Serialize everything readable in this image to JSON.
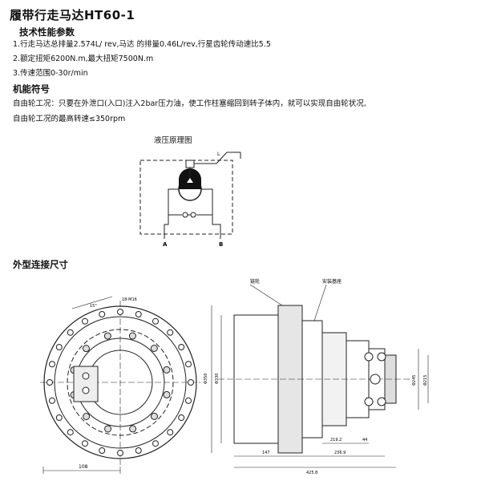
{
  "title": "履带行走马达HT60-1",
  "tech_params": {
    "heading": "技术性能参数",
    "lines": [
      "1.行走马达总排量2.574L/ rev,马达 的排量0.46L/rev,行星齿轮传动速比5.5",
      "2.额定扭矩6200N.m,最大扭矩7500N.m",
      "3.传速范围0-30r/min"
    ]
  },
  "function_symbol": {
    "heading": "机能符号",
    "lines": [
      "自由轮工况：只要在外泄口(入口)注入2bar压力油，使工作柱塞缩回到转子体内，就可以实现自由轮状况,",
      "自由轮工况的最高转速≤350rpm"
    ]
  },
  "hydraulic": {
    "caption": "液压原理图",
    "port_a": "A",
    "port_b": "B",
    "port_l": "L"
  },
  "dimensions": {
    "heading": "外型连接尺寸",
    "left_view": {
      "dim_bottom": "108",
      "label_top": "15°",
      "label_top2": "18-M16"
    },
    "side_view": {
      "label_wheel": "链轮",
      "label_mount": "安装基座",
      "dim_147": "147",
      "dim_236": "236.9",
      "dim_425": "425.8",
      "dim_219": "219.2",
      "dim_44": "44",
      "dim_left_1": "Φ350",
      "dim_left_2": "Φ330",
      "dim_right_1": "Φ245",
      "dim_right_2": "Φ215"
    }
  }
}
